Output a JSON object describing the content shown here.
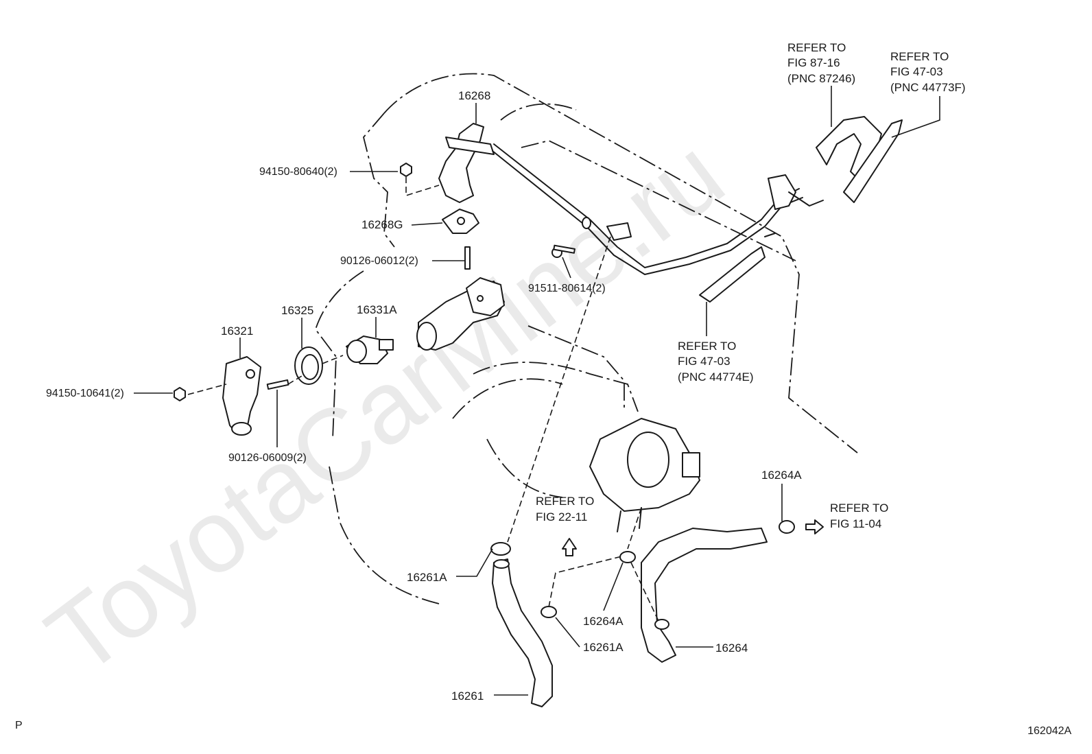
{
  "watermark": "ToyotaCarMine.ru",
  "figure_code": "162042A",
  "corner_mark": "P",
  "labels": {
    "p16268": "16268",
    "p94150_80640": "94150-80640(2)",
    "p16268G": "16268G",
    "p90126_06012": "90126-06012(2)",
    "p16325": "16325",
    "p16331A": "16331A",
    "p16321": "16321",
    "p94150_10641": "94150-10641(2)",
    "p90126_06009": "90126-06009(2)",
    "p91511_80614": "91511-80614(2)",
    "p16261A_top": "16261A",
    "p16261A_bottom": "16261A",
    "p16261": "16261",
    "p16264A_top": "16264A",
    "p16264A_bottom": "16264A",
    "p16264": "16264"
  },
  "references": {
    "ref_87_16": {
      "line1": "REFER TO",
      "line2": "FIG  87-16",
      "line3": "(PNC 87246)"
    },
    "ref_47_03_a": {
      "line1": "REFER TO",
      "line2": "FIG  47-03",
      "line3": "(PNC 44773F)"
    },
    "ref_47_03_b": {
      "line1": "REFER TO",
      "line2": "FIG  47-03",
      "line3": "(PNC 44774E)"
    },
    "ref_22_11": {
      "line1": "REFER TO",
      "line2": "FIG  22-11"
    },
    "ref_11_04": {
      "line1": "REFER TO",
      "line2": "FIG  11-04"
    }
  }
}
